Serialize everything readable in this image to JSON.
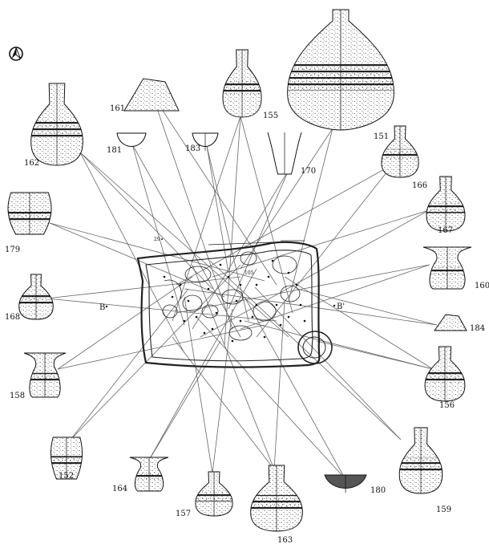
{
  "north_symbol": "north-arrow-icon",
  "markers": {
    "B": "B",
    "B_prime": "B'",
    "point_29": "29",
    "point_105": "105"
  },
  "vessels": [
    {
      "id": "151",
      "label": "151",
      "shape": "wide-jar"
    },
    {
      "id": "152",
      "label": "152",
      "shape": "jar"
    },
    {
      "id": "155",
      "label": "155",
      "shape": "flask"
    },
    {
      "id": "156",
      "label": "156",
      "shape": "flask"
    },
    {
      "id": "157",
      "label": "157",
      "shape": "flask"
    },
    {
      "id": "158",
      "label": "158",
      "shape": "flared-jar"
    },
    {
      "id": "159",
      "label": "159",
      "shape": "flask"
    },
    {
      "id": "160",
      "label": "160",
      "shape": "flared-jar"
    },
    {
      "id": "161",
      "label": "161",
      "shape": "fragment"
    },
    {
      "id": "162",
      "label": "162",
      "shape": "flask"
    },
    {
      "id": "163",
      "label": "163",
      "shape": "flask"
    },
    {
      "id": "164",
      "label": "164",
      "shape": "flared-jar"
    },
    {
      "id": "166",
      "label": "166",
      "shape": "flask"
    },
    {
      "id": "167",
      "label": "167",
      "shape": "flask"
    },
    {
      "id": "168",
      "label": "168",
      "shape": "flask"
    },
    {
      "id": "170",
      "label": "170",
      "shape": "cup"
    },
    {
      "id": "179",
      "label": "179",
      "shape": "jar"
    },
    {
      "id": "180",
      "label": "180",
      "shape": "bowl"
    },
    {
      "id": "181",
      "label": "181",
      "shape": "bowl-outline"
    },
    {
      "id": "183",
      "label": "183",
      "shape": "small-bowl"
    },
    {
      "id": "184",
      "label": "184",
      "shape": "fragment"
    }
  ]
}
